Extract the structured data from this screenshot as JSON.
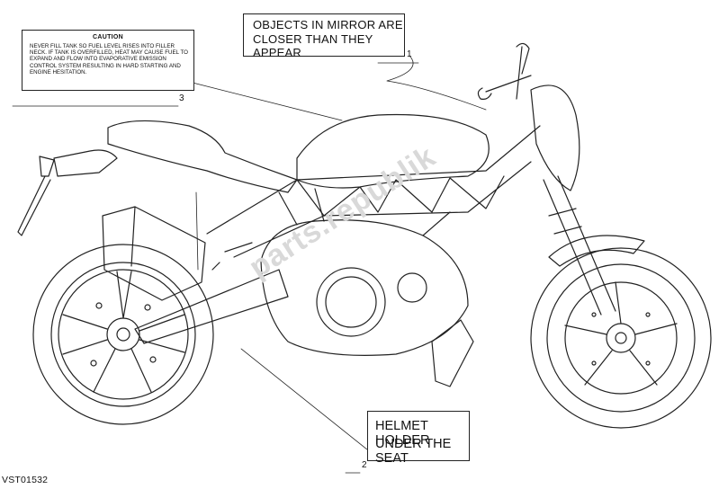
{
  "labels": {
    "caution": {
      "title": "CAUTION",
      "body": "NEVER FILL TANK SO FUEL LEVEL RISES INTO FILLER NECK. IF TANK IS OVERFILLED, HEAT MAY CAUSE FUEL TO EXPAND AND FLOW INTO EVAPORATIVE EMISSION CONTROL SYSTEM RESULTING IN HARD STARTING AND ENGINE HESITATION."
    },
    "mirror": {
      "line1": "OBJECTS IN MIRROR ARE",
      "line2": "CLOSER THAN THEY APPEAR"
    },
    "helmet": {
      "line1": "HELMET HOLDER",
      "line2": "UNDER THE SEAT"
    }
  },
  "callouts": {
    "mirror": "1",
    "helmet": "2",
    "caution": "3"
  },
  "figure_ref": "VST01532",
  "watermark": "parts.republik",
  "colors": {
    "line": "#222222",
    "background": "#ffffff",
    "watermark": "#d9d9d9"
  }
}
